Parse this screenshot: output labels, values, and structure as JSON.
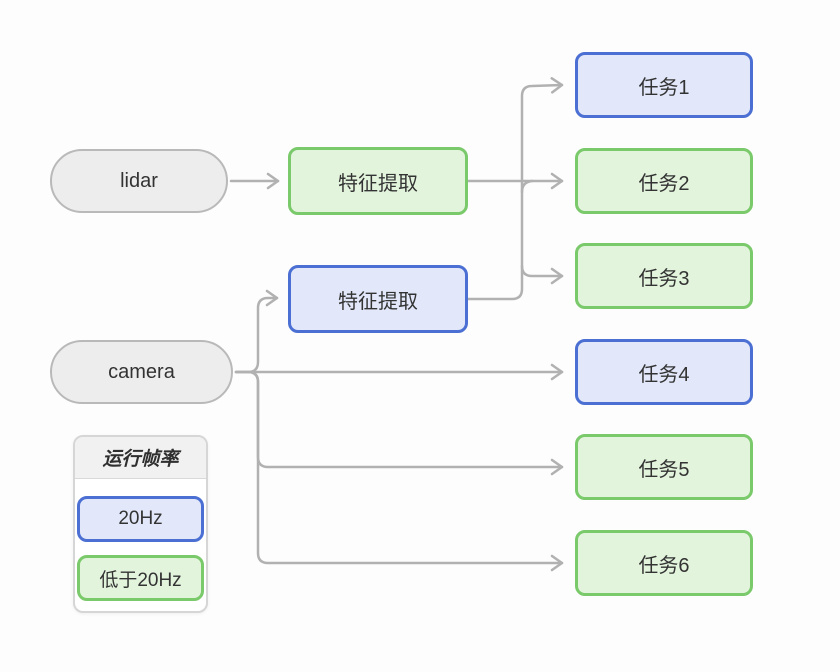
{
  "nodes": {
    "lidar": {
      "label": "lidar",
      "style": "gray-stadium"
    },
    "camera": {
      "label": "camera",
      "style": "gray-stadium"
    },
    "feat_lidar": {
      "label": "特征提取",
      "style": "green"
    },
    "feat_camera": {
      "label": "特征提取",
      "style": "blue"
    },
    "task1": {
      "label": "任务1",
      "style": "blue"
    },
    "task2": {
      "label": "任务2",
      "style": "green"
    },
    "task3": {
      "label": "任务3",
      "style": "green"
    },
    "task4": {
      "label": "任务4",
      "style": "blue"
    },
    "task5": {
      "label": "任务5",
      "style": "green"
    },
    "task6": {
      "label": "任务6",
      "style": "green"
    }
  },
  "edges": [
    {
      "from": "lidar",
      "to": "feat_lidar"
    },
    {
      "from": "feat_lidar",
      "to": "task2"
    },
    {
      "from": "feat_camera",
      "to": "task1"
    },
    {
      "from": "feat_camera",
      "to": "task3"
    },
    {
      "from": "camera",
      "to": "feat_camera"
    },
    {
      "from": "camera",
      "to": "task4"
    },
    {
      "from": "camera",
      "to": "task5"
    },
    {
      "from": "camera",
      "to": "task6"
    }
  ],
  "legend": {
    "title": "运行帧率",
    "items": [
      {
        "label": "20Hz",
        "style": "blue"
      },
      {
        "label": "低于20Hz",
        "style": "green"
      }
    ]
  },
  "colors": {
    "blue-border": "#4b6fd2",
    "blue-fill": "#e2e8fa",
    "green-border": "#7ac96b",
    "green-fill": "#e3f4dd",
    "gray-border": "#b9b9b9",
    "gray-fill": "#ededed",
    "arrow": "#b1b1b1",
    "text": "#333333"
  }
}
